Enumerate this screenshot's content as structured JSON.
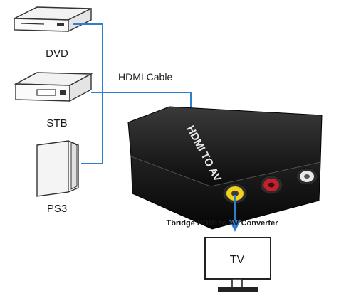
{
  "sources": [
    {
      "label": "DVD",
      "icon": "dvd-player-icon"
    },
    {
      "label": "STB",
      "icon": "set-top-box-icon"
    },
    {
      "label": "PS3",
      "icon": "ps3-console-icon"
    }
  ],
  "cable_label": "HDMI Cable",
  "device_print": "HDMI TO AV",
  "converter_label": "Tbridge HDMI to AV Converter",
  "tv_label": "TV",
  "colors": {
    "connector_line": "#2f7fd0",
    "device_body": "#151515",
    "rca_yellow": "#f4d21c",
    "rca_red": "#c8202a",
    "rca_white": "#e8e8e8"
  }
}
